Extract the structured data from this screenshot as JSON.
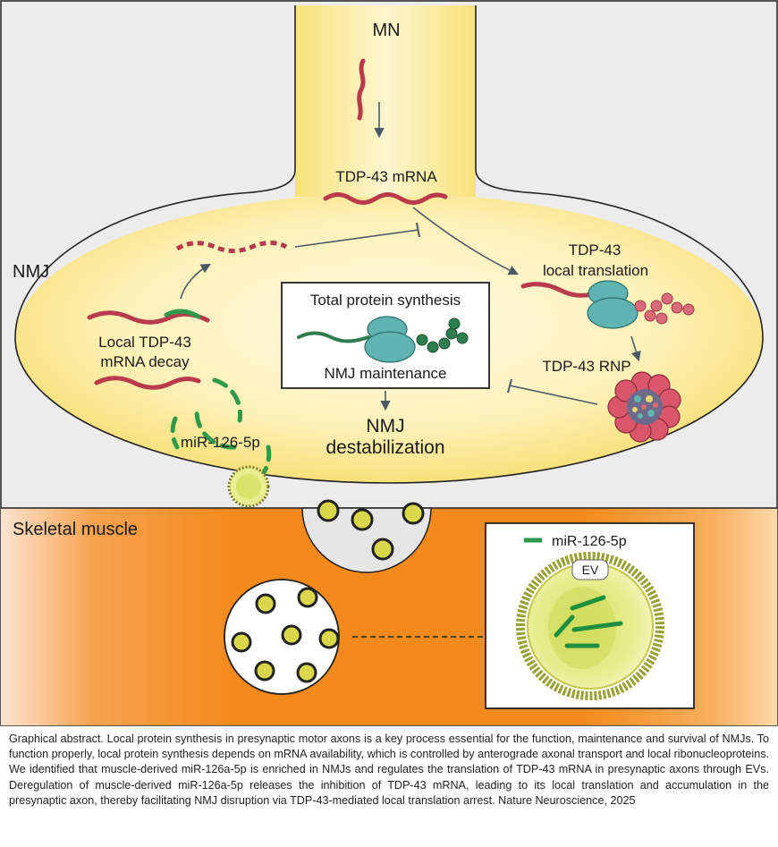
{
  "labels": {
    "mn": "MN",
    "nmj": "NMJ",
    "tdp43_mrna": "TDP-43 mRNA",
    "tdp43_local_translation_line1": "TDP-43",
    "tdp43_local_translation_line2": "local translation",
    "total_protein_synthesis": "Total protein synthesis",
    "nmj_maintenance": "NMJ maintenance",
    "local_decay_line1": "Local TDP-43",
    "local_decay_line2": "mRNA decay",
    "tdp43_rnp": "TDP-43 RNP",
    "nmj_destab_line1": "NMJ",
    "nmj_destab_line2": "destabilization",
    "mir_126": "miR-126-5p",
    "skeletal_muscle": "Skeletal muscle",
    "legend_mir": "miR-126-5p",
    "ev": "EV"
  },
  "colors": {
    "mrna": "#b83a4b",
    "mirna": "#2e9a4a",
    "ribosome": "#5fb3b0",
    "tdp_protein": "#d96b7a",
    "generic_protein": "#2e7d4f",
    "terminal_fill": "#fdf0b0",
    "muscle_orange": "#f5891c"
  },
  "caption": "Graphical abstract. Local protein synthesis in presynaptic motor axons is a key process essential for the function, maintenance and survival of NMJs. To function properly, local protein synthesis depends on mRNA availability, which is controlled by anterograde axonal transport and local ribonucleoproteins. We identified that muscle-derived miR-126a-5p is enriched in NMJs and regulates the translation of TDP-43 mRNA in presynaptic axons through EVs. Deregulation of muscle-derived miR-126a-5p releases the inhibition of TDP-43 mRNA, leading to its local translation and accumulation in the presynaptic axon, thereby facilitating NMJ disruption via TDP-43-mediated local translation arrest. Nature Neuroscience, 2025"
}
